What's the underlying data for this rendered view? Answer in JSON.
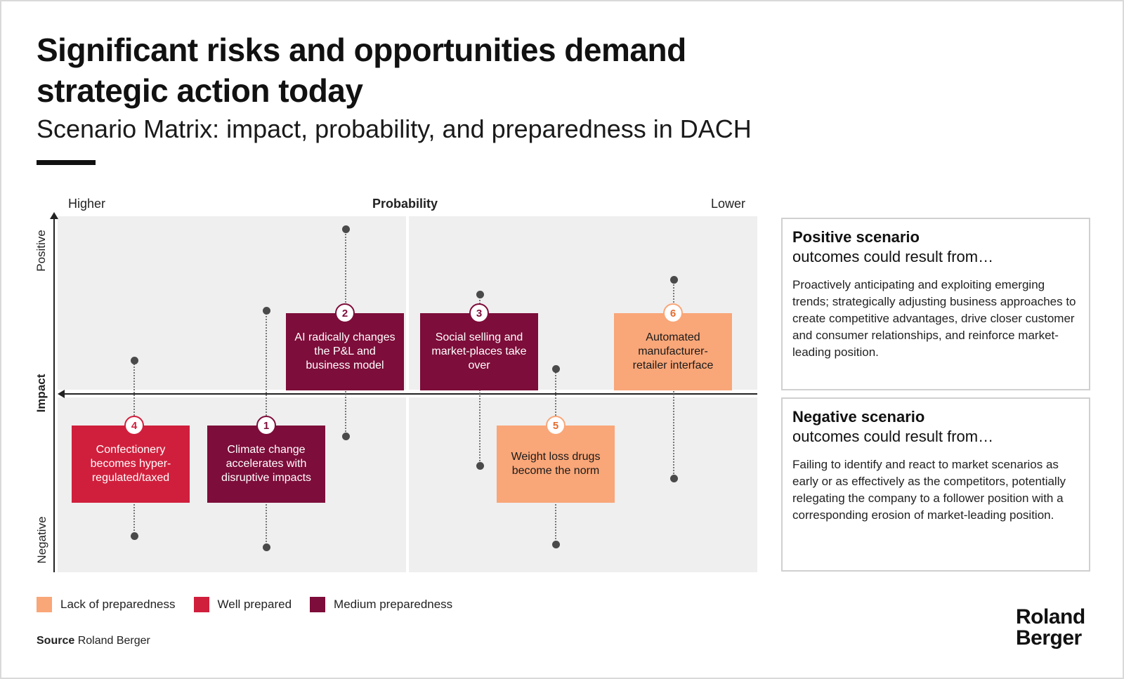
{
  "header": {
    "title": "Significant risks and opportunities demand strategic action today",
    "subtitle": "Scenario Matrix: impact, probability, and preparedness in DACH"
  },
  "axes": {
    "x_title": "Probability",
    "x_left": "Higher",
    "x_right": "Lower",
    "y_title": "Impact",
    "y_top": "Positive",
    "y_bottom": "Negative"
  },
  "scenarios": [
    {
      "id": "4",
      "label": "Confectionery becomes hyper-regulated/taxed",
      "preparedness": "well"
    },
    {
      "id": "1",
      "label": "Climate change accelerates with disruptive impacts",
      "preparedness": "medium"
    },
    {
      "id": "2",
      "label": "AI radically changes the P&L and business model",
      "preparedness": "medium"
    },
    {
      "id": "3",
      "label": "Social selling and market-places take over",
      "preparedness": "medium"
    },
    {
      "id": "5",
      "label": "Weight loss drugs become the norm",
      "preparedness": "lack"
    },
    {
      "id": "6",
      "label": "Automated manufacturer-retailer interface",
      "preparedness": "lack"
    }
  ],
  "positive_panel": {
    "title": "Positive scenario",
    "subtitle": "outcomes could result from…",
    "body": "Proactively anticipating and exploiting emerging trends; strategically adjusting business approaches to create competitive advantages, drive closer customer and consumer relationships, and reinforce market-leading position."
  },
  "negative_panel": {
    "title": "Negative scenario",
    "subtitle": "outcomes could result from…",
    "body": "Failing to identify and react to market scenarios as early or as effectively as the competitors, potentially relegating the company to a follower position with a corresponding erosion of market-leading position."
  },
  "legend": [
    {
      "key": "lack",
      "label": "Lack of preparedness",
      "color": "#f9a678"
    },
    {
      "key": "well",
      "label": "Well prepared",
      "color": "#d01f3c"
    },
    {
      "key": "medium",
      "label": "Medium preparedness",
      "color": "#7d0d3a"
    }
  ],
  "source": {
    "label": "Source",
    "value": "Roland Berger"
  },
  "logo": {
    "line1": "Roland",
    "line2": "Berger"
  }
}
